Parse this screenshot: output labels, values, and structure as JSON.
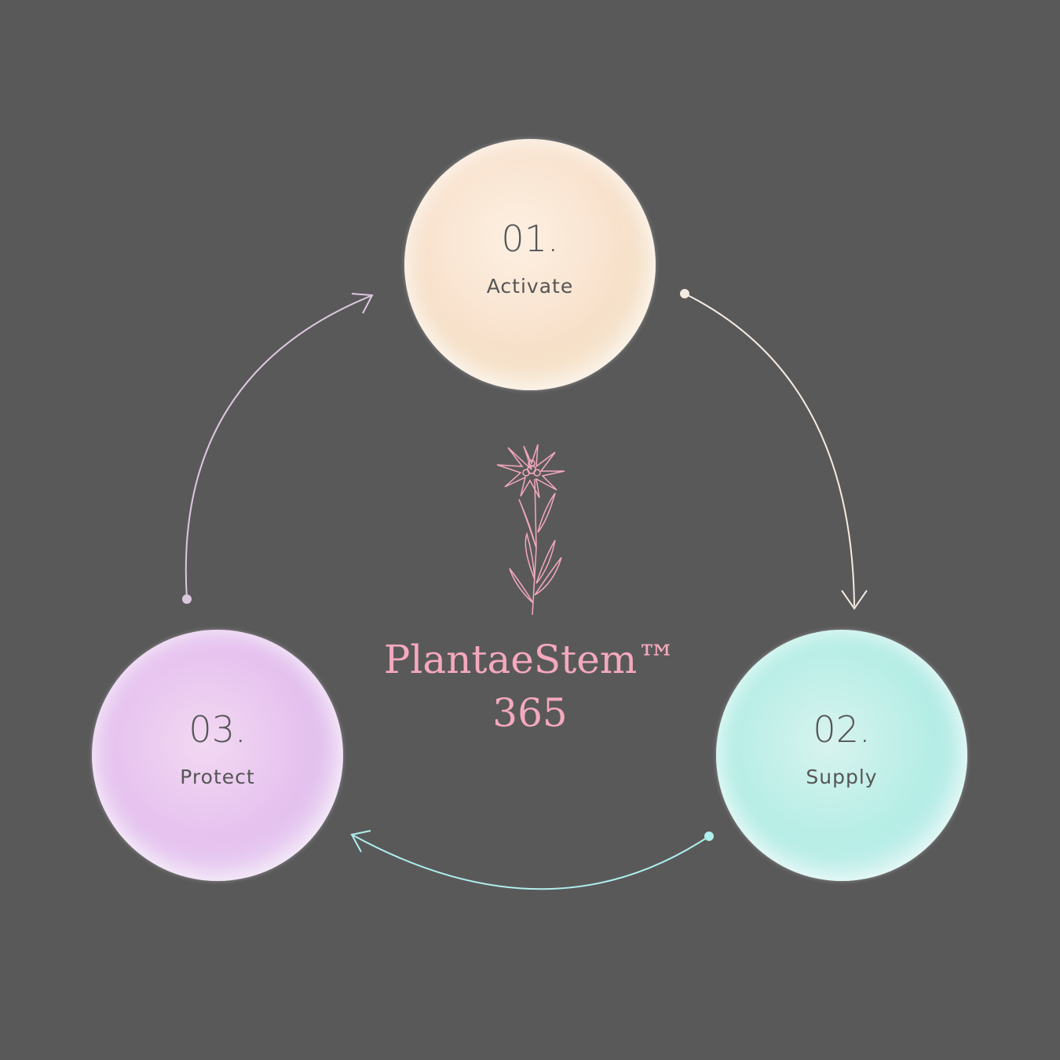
{
  "steps": [
    {
      "number": "01.",
      "label": "Activate"
    },
    {
      "number": "02.",
      "label": "Supply"
    },
    {
      "number": "03.",
      "label": "Protect"
    }
  ],
  "title": {
    "line1": "PlantaeStem™",
    "line2": "365"
  },
  "colors": {
    "background": "#5a595a",
    "title": "#f4a9bd",
    "arrow_activate_supply": "#f5ebe0",
    "arrow_supply_protect": "#aef0ee",
    "arrow_protect_activate": "#dcc8de"
  }
}
